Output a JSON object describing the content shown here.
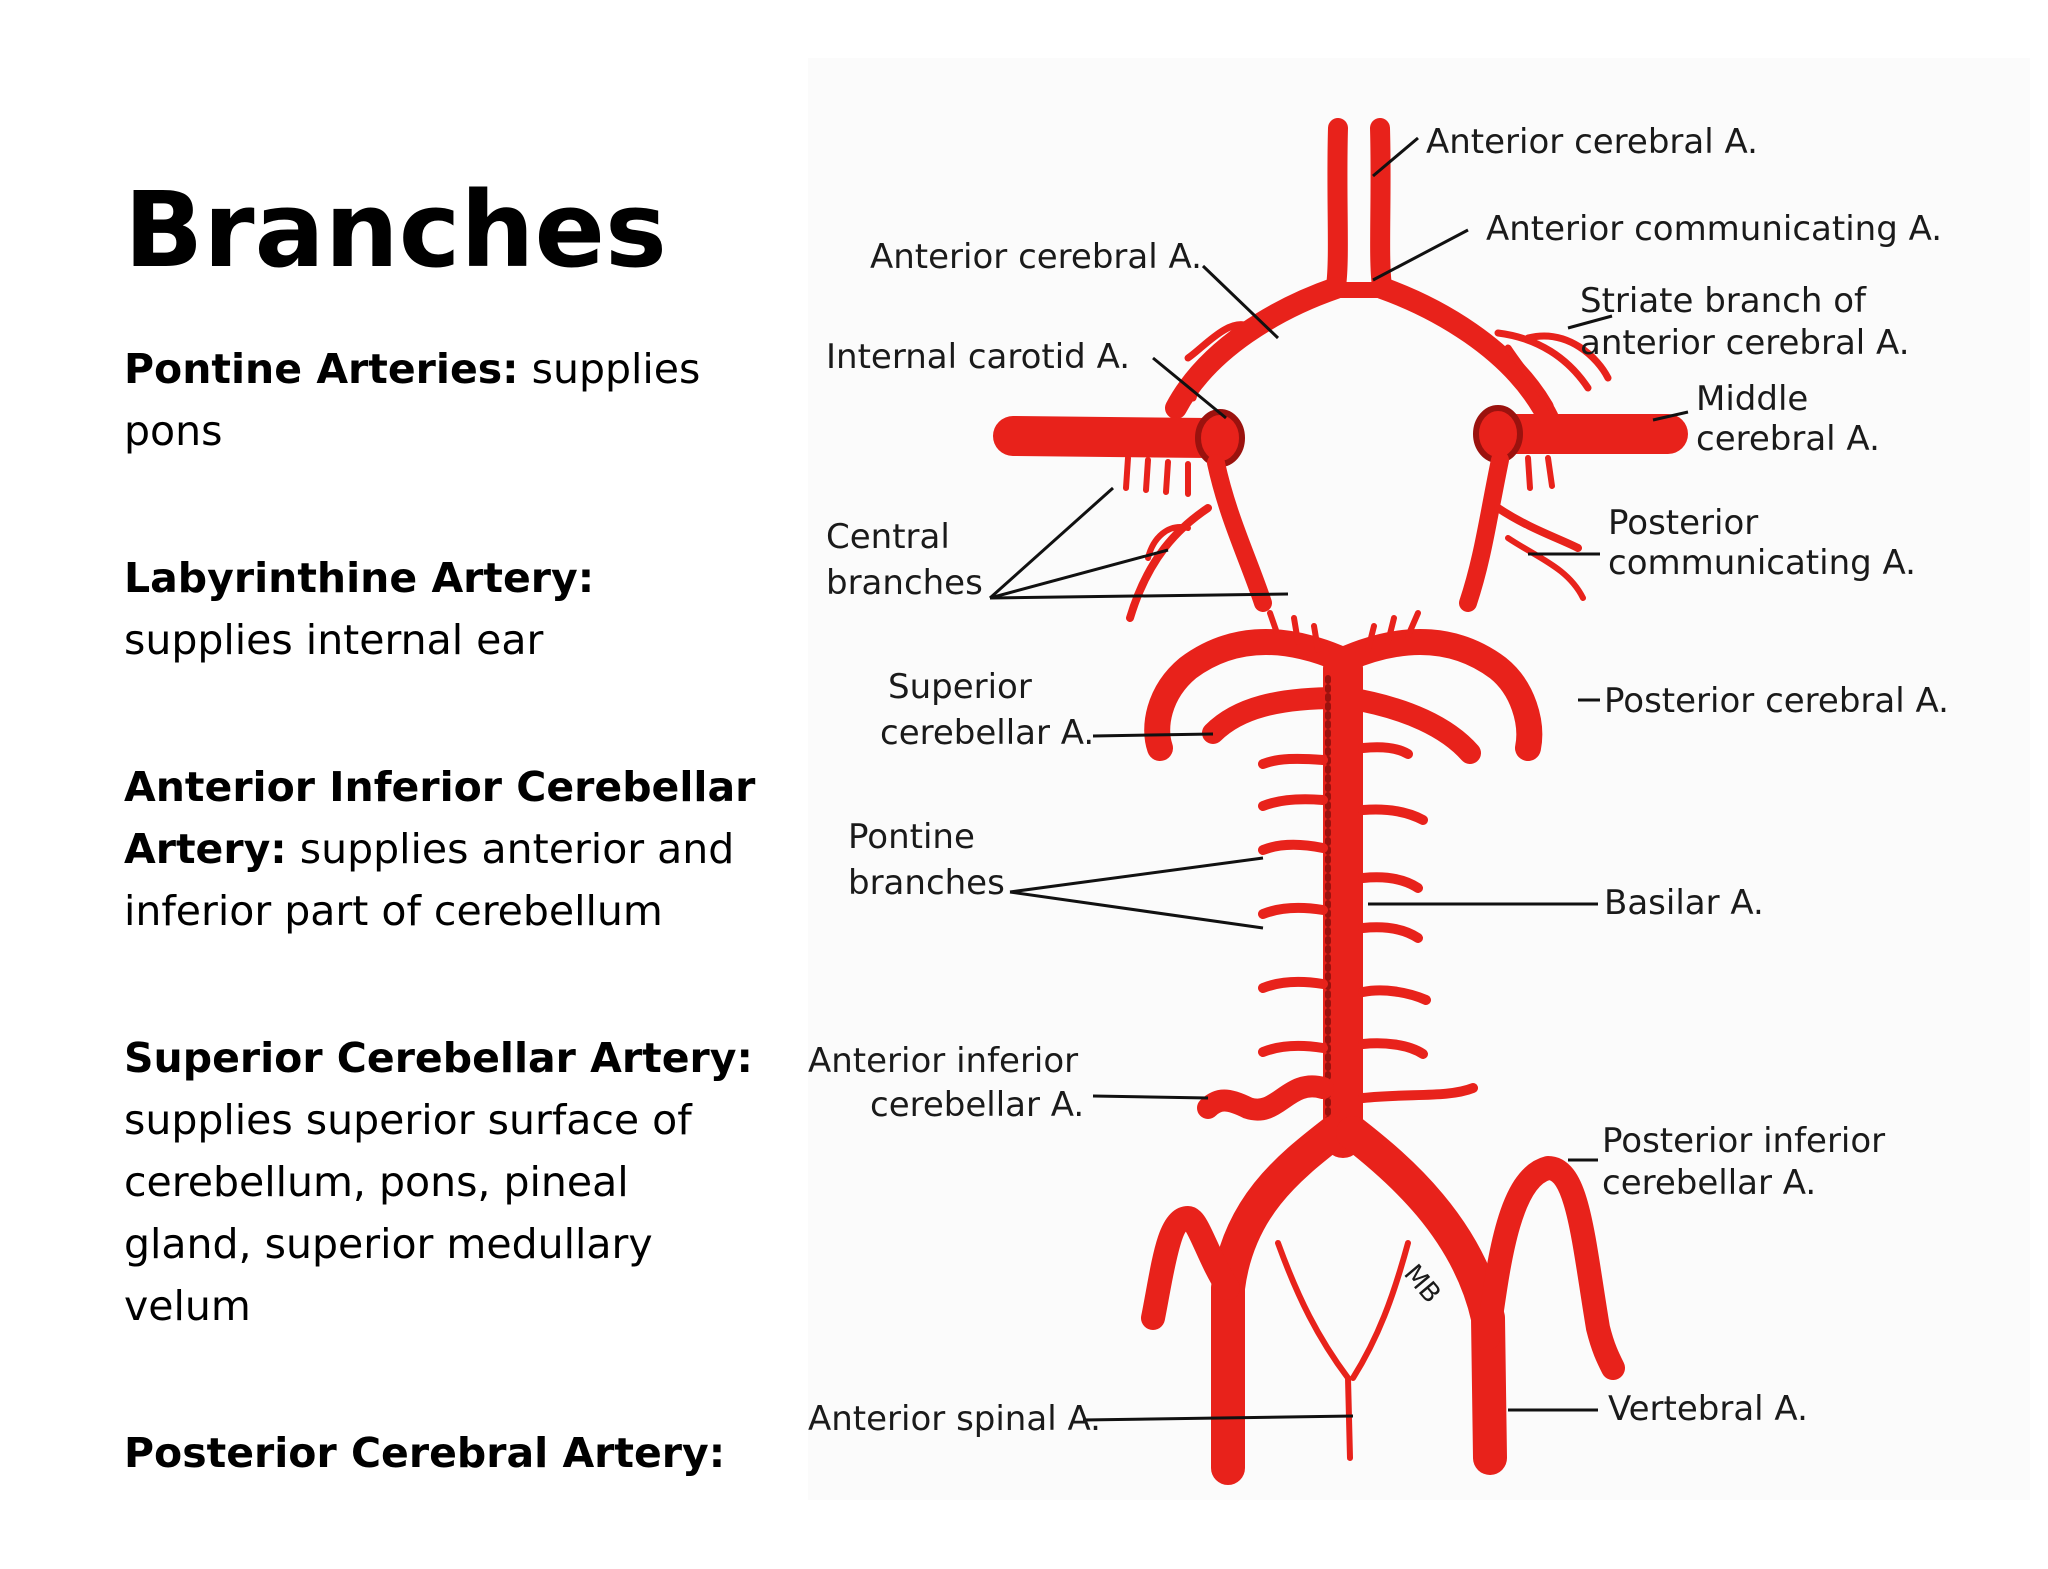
{
  "slide": {
    "title": "Branches",
    "notes": [
      {
        "term": "Pontine Arteries:",
        "desc": " supplies pons"
      },
      {
        "term": "Labyrinthine Artery:",
        "desc": " supplies internal ear"
      },
      {
        "term": "Anterior Inferior Cerebellar Artery:",
        "desc": " supplies anterior and inferior part of cerebellum"
      },
      {
        "term": "Superior Cerebellar Artery:",
        "desc": " supplies superior surface of cerebellum, pons, pineal gland, superior medullary velum"
      },
      {
        "term": "Posterior Cerebral Artery:",
        "desc": ""
      }
    ]
  },
  "diagram": {
    "labels": {
      "anterior_cerebral_top": "Anterior cerebral A.",
      "anterior_communicating": "Anterior communicating A.",
      "anterior_cerebral_left": "Anterior cerebral A.",
      "striate_1": "Striate branch of",
      "striate_2": "anterior cerebral A.",
      "internal_carotid": "Internal carotid A.",
      "middle_cerebral_1": "Middle",
      "middle_cerebral_2": "cerebral A.",
      "central_1": "Central",
      "central_2": "branches",
      "posterior_comm_1": "Posterior",
      "posterior_comm_2": "communicating A.",
      "superior_cerebellar_1": "Superior",
      "superior_cerebellar_2": "cerebellar A.",
      "posterior_cerebral": "Posterior cerebral A.",
      "pontine_1": "Pontine",
      "pontine_2": "branches",
      "basilar": "Basilar A.",
      "aica_1": "Anterior inferior",
      "aica_2": "cerebellar A.",
      "pica_1": "Posterior inferior",
      "pica_2": "cerebellar A.",
      "anterior_spinal": "Anterior spinal A.",
      "vertebral": "Vertebral A.",
      "signature": "MB"
    },
    "colors": {
      "artery": "#e8221b",
      "artery_shade": "#9b120e"
    }
  }
}
